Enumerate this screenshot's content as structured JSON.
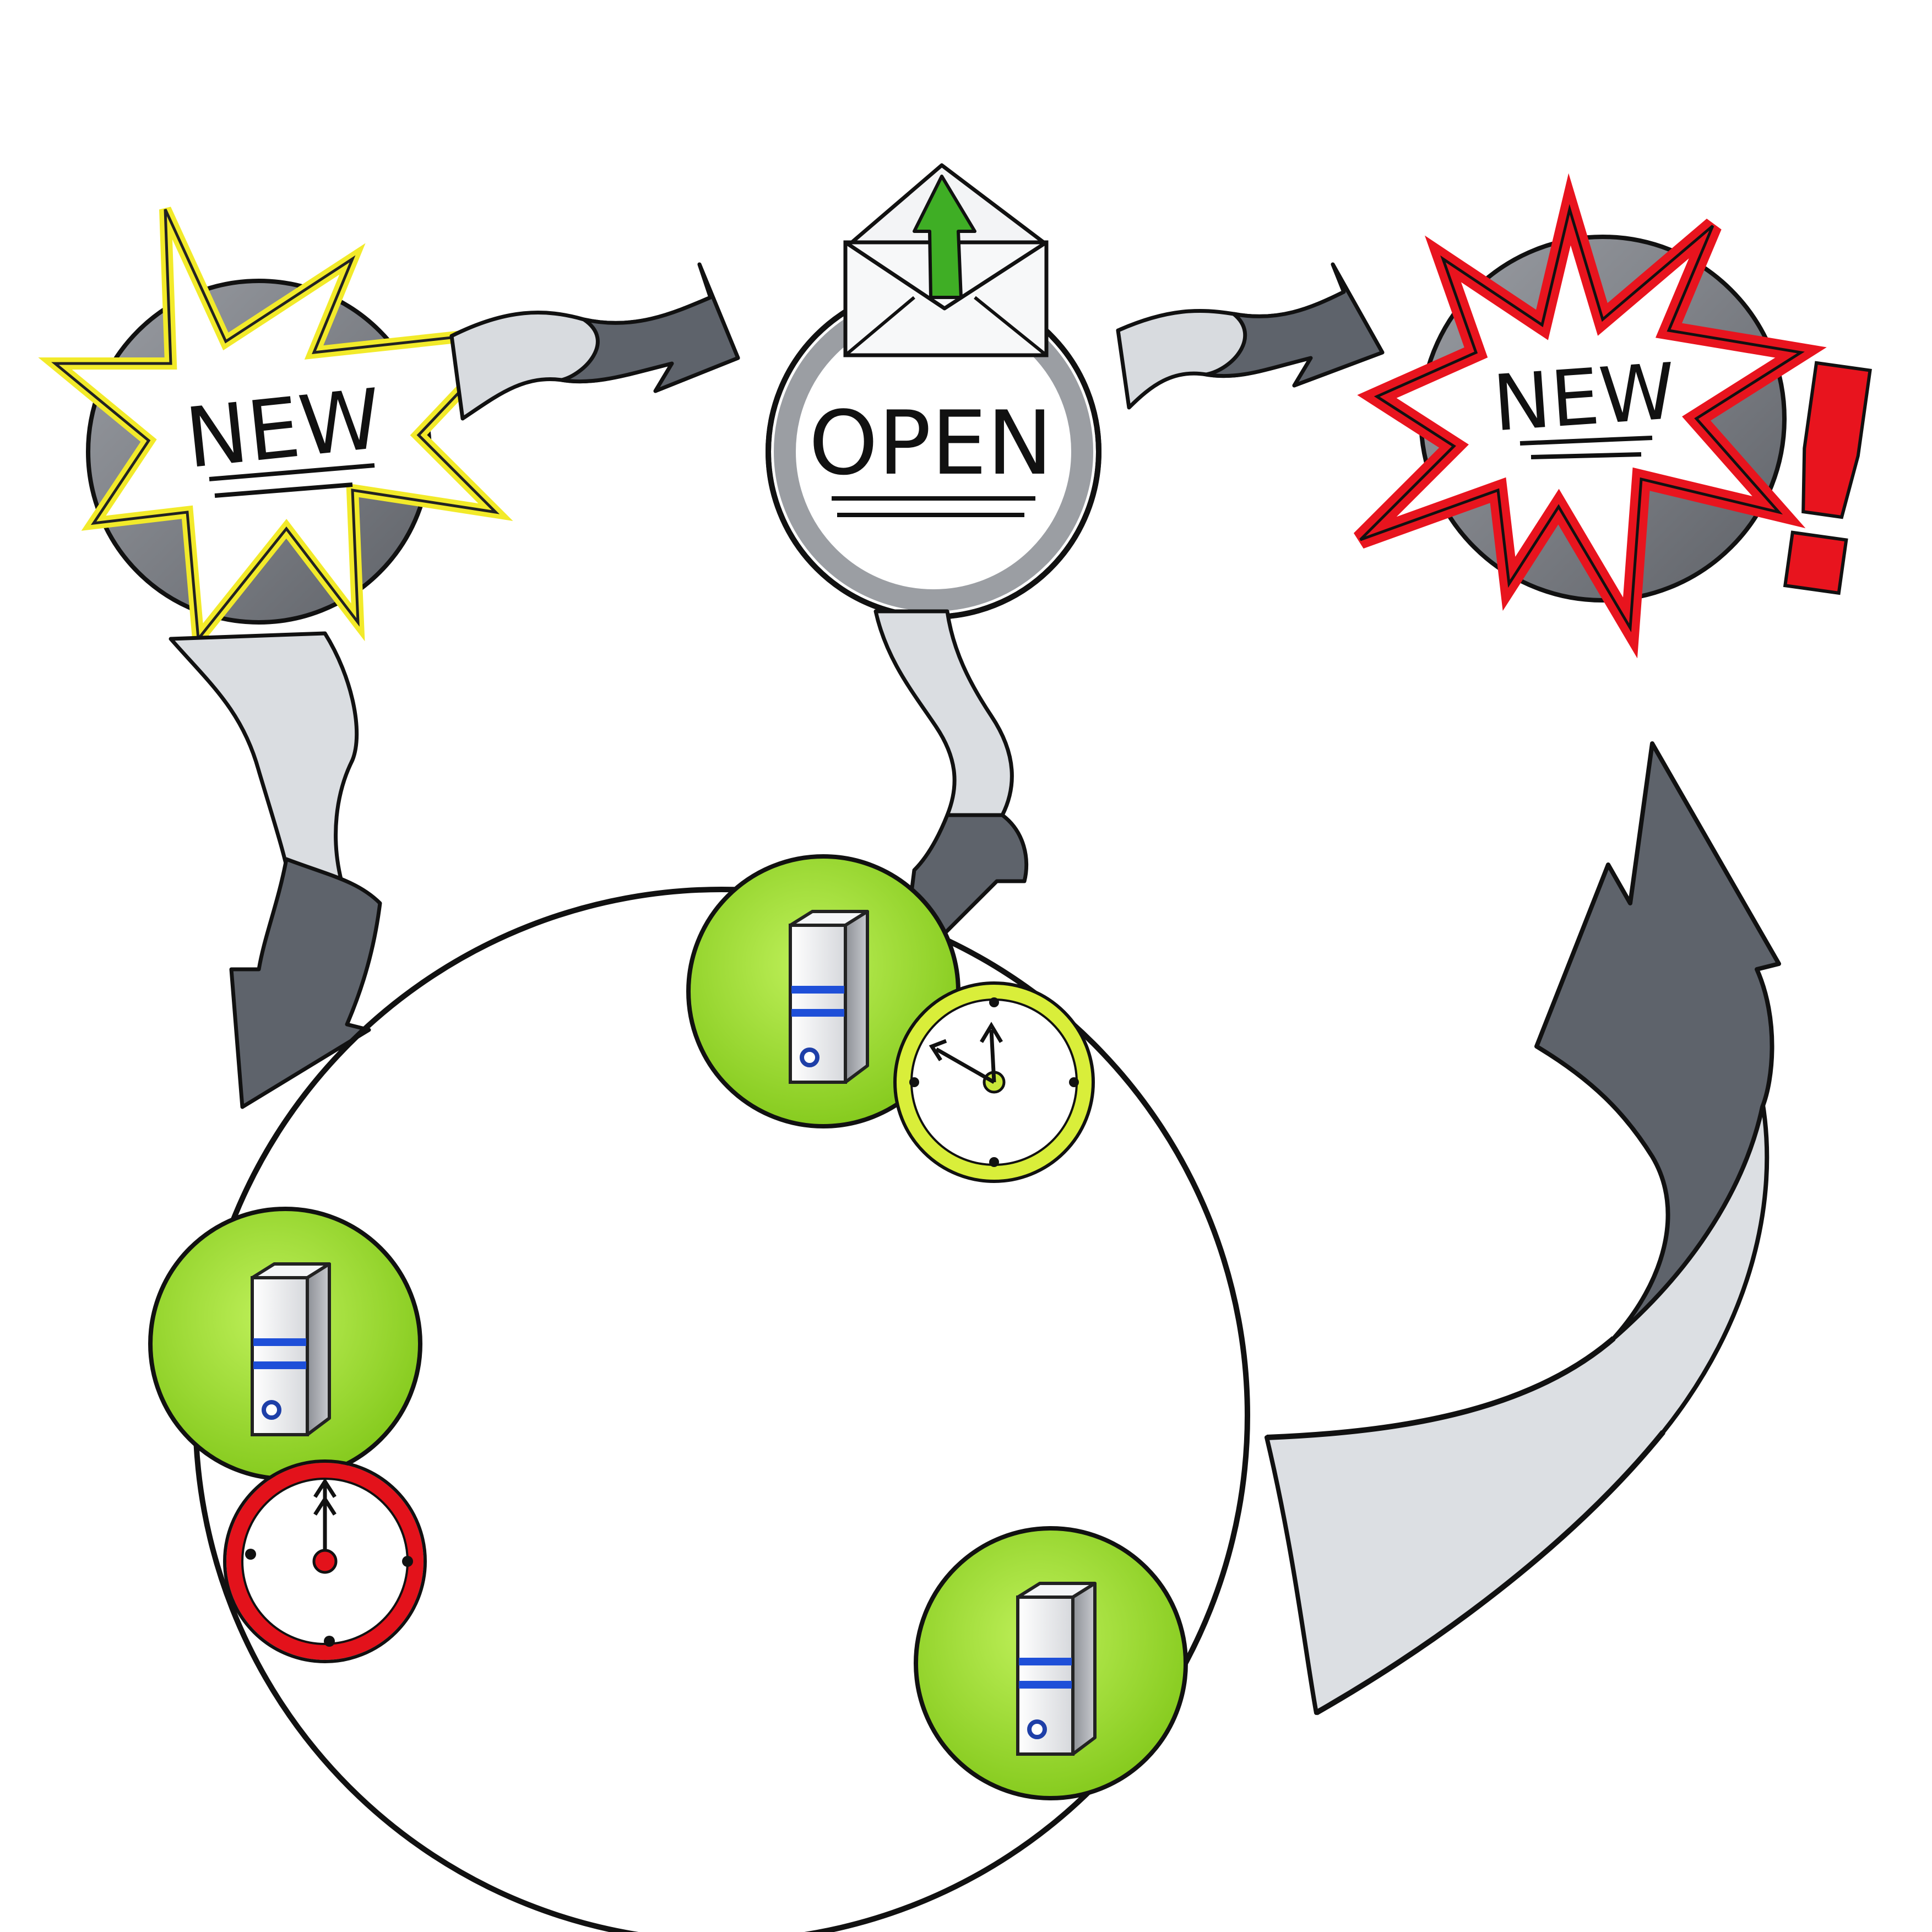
{
  "states": {
    "new_first": {
      "label": "NEW"
    },
    "open": {
      "label": "OPEN"
    },
    "new_again": {
      "label": "NEW",
      "exclamation": "!"
    }
  },
  "colors": {
    "new_burst_outline": "#f2ea2a",
    "new_again_burst": "#e8141e",
    "node_green": "#8fd41c",
    "clock_green": "#d9ee3a",
    "clock_red": "#e3121b",
    "arrow_dark": "#5e636b",
    "arrow_light": "#cfd2d7",
    "disc_grey": "#8a8d93",
    "envelope_arrow": "#3fae25",
    "server_stripe": "#1e4fd8"
  },
  "icons": {
    "envelope": "envelope-icon",
    "server": "server-icon",
    "clock": "clock-icon"
  }
}
